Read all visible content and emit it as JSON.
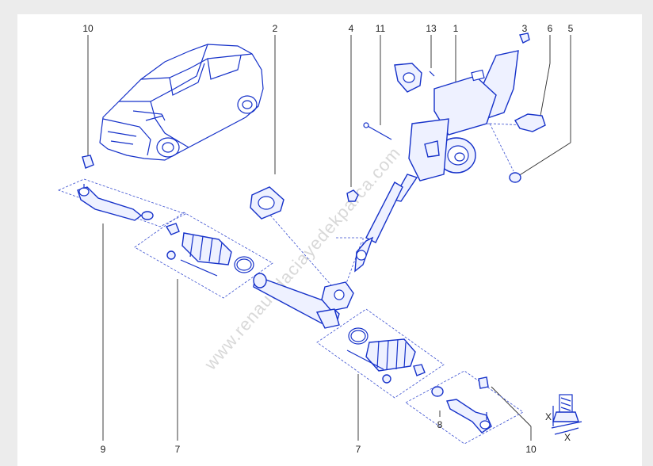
{
  "watermark": "www.renaultdaciayedekparca.com",
  "callouts": {
    "c1": "1",
    "c2": "2",
    "c3": "3",
    "c4": "4",
    "c5": "5",
    "c6": "6",
    "c7a": "7",
    "c7b": "7",
    "c8": "8",
    "c9": "9",
    "c10a": "10",
    "c10b": "10",
    "c11": "11",
    "c13": "13"
  },
  "dimension_marks": {
    "x_left": "X",
    "x_bottom": "X"
  },
  "colors": {
    "part_stroke": "#1531c9",
    "leader": "#2a2a2a",
    "background": "#ffffff"
  }
}
